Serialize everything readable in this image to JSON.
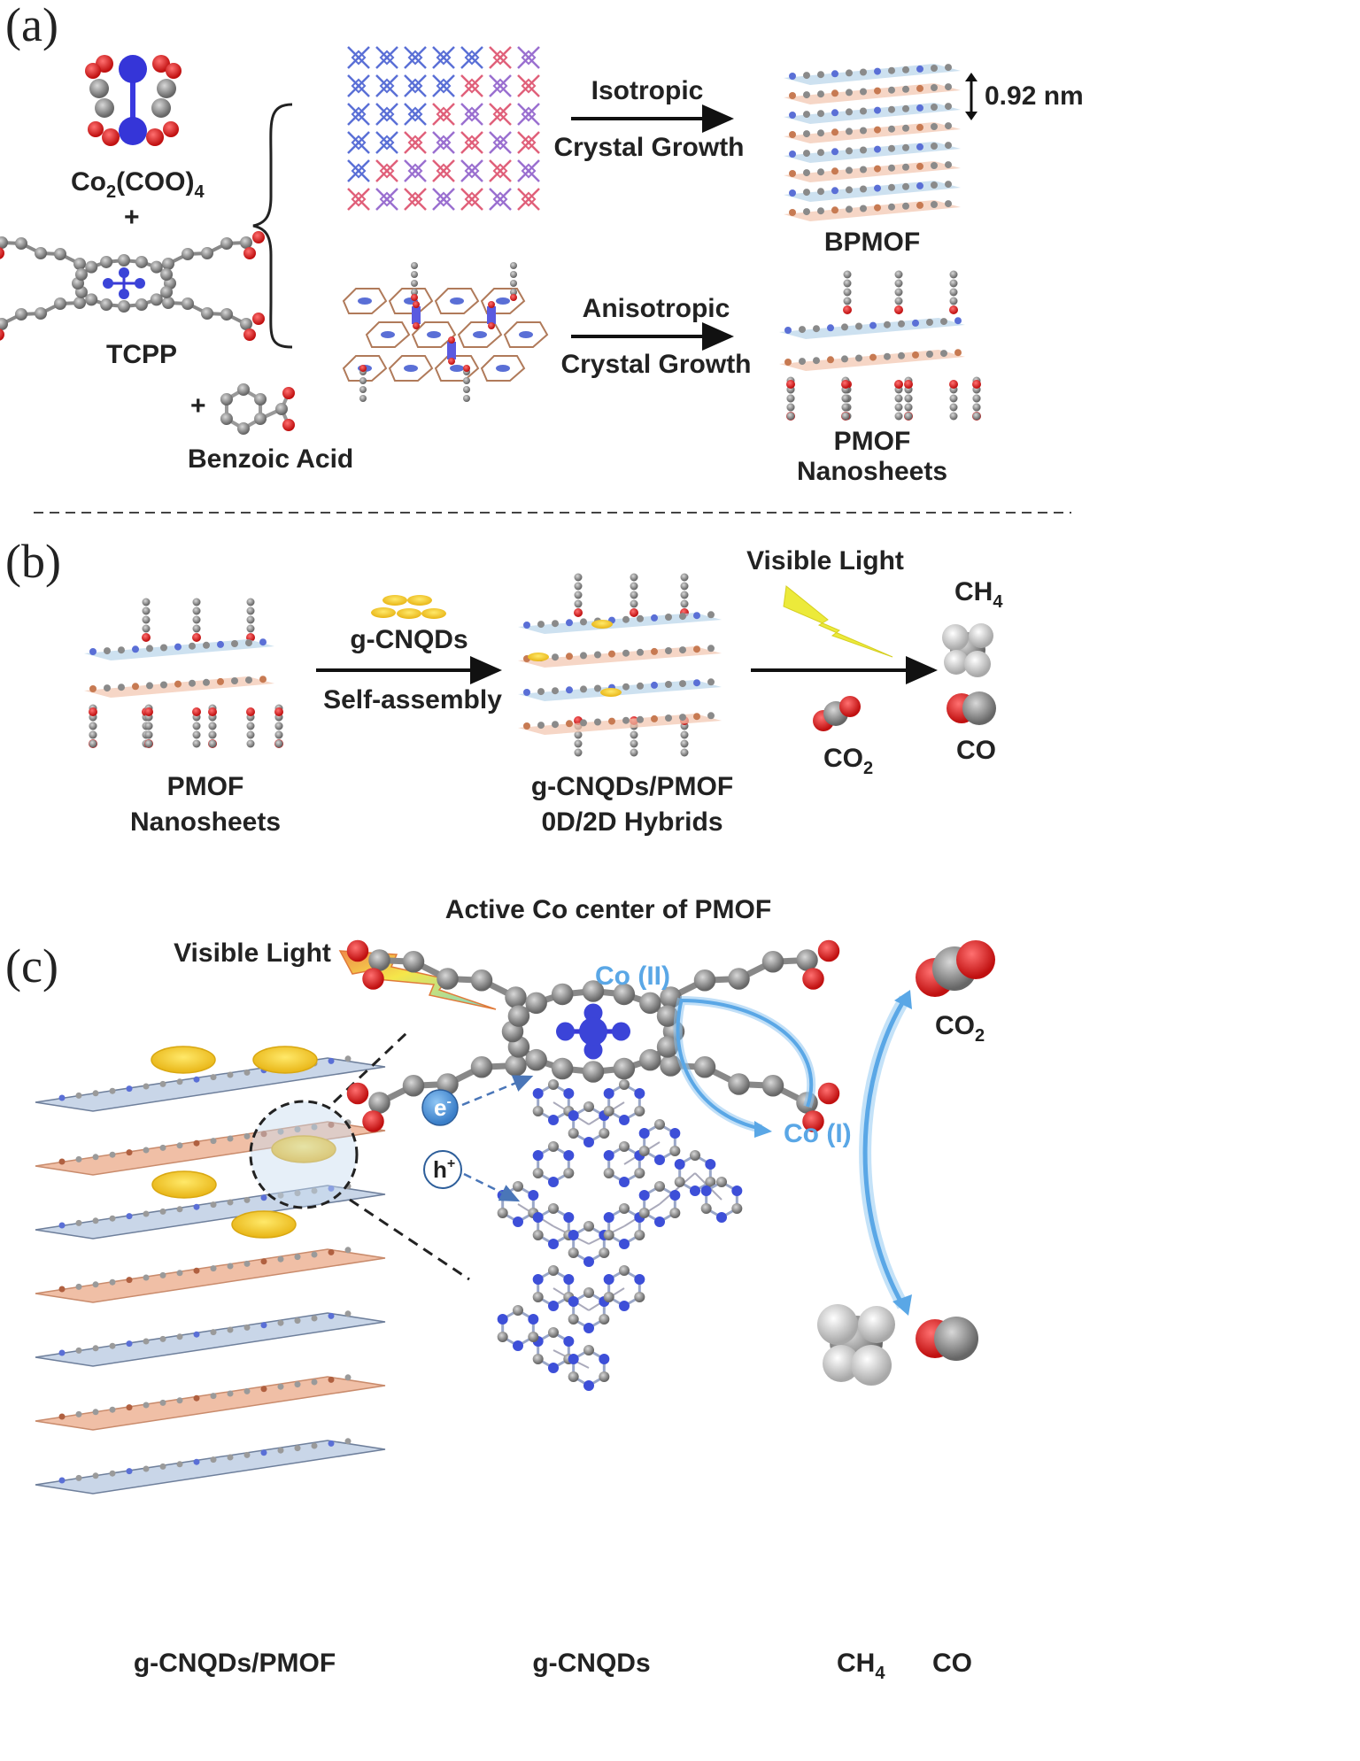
{
  "panels": {
    "a": "(a)",
    "b": "(b)",
    "c": "(c)"
  },
  "panel_a": {
    "cluster_label": {
      "main": "Co",
      "sub1": "2",
      "mid": "(COO)",
      "sub2": "4"
    },
    "plus1": "+",
    "linker_label": "TCPP",
    "plus2": "+",
    "modulator_label": "Benzoic Acid",
    "arrow_top": {
      "line1": "Isotropic",
      "line2": "Crystal Growth"
    },
    "arrow_bottom": {
      "line1": "Anisotropic",
      "line2": "Crystal Growth"
    },
    "spacing_label": "0.92 nm",
    "product_top": "BPMOF",
    "product_bottom": {
      "line1": "PMOF",
      "line2": "Nanosheets"
    }
  },
  "panel_b": {
    "left_label": {
      "line1": "PMOF",
      "line2": "Nanosheets"
    },
    "arrow_top": "g-CNQDs",
    "arrow_bottom": "Self-assembly",
    "middle_label": {
      "line1": "g-CNQDs/PMOF",
      "line2": "0D/2D Hybrids"
    },
    "light_label": "Visible Light",
    "reactant": {
      "main": "CO",
      "sub": "2"
    },
    "product1": {
      "main": "CH",
      "sub": "4"
    },
    "product2": "CO"
  },
  "panel_c": {
    "title": "Active Co center of PMOF",
    "light_label": "Visible Light",
    "co2_label": "Co (II)",
    "co1_label": "Co (I)",
    "electron": {
      "main": "e",
      "sup": "-"
    },
    "hole": {
      "main": "h",
      "sup": "+"
    },
    "left_label": "g-CNQDs/PMOF",
    "qd_label": "g-CNQDs",
    "co2": {
      "main": "CO",
      "sub": "2"
    },
    "ch4": {
      "main": "CH",
      "sub": "4"
    },
    "co": "CO"
  },
  "colors": {
    "blue": "#5a6fd6",
    "pink": "#e0607a",
    "brown": "#b07a5a",
    "gray": "#8a8a8a",
    "red": "#e01e1e",
    "yellow": "#f2c318",
    "lightblue": "#5aa7e6"
  }
}
